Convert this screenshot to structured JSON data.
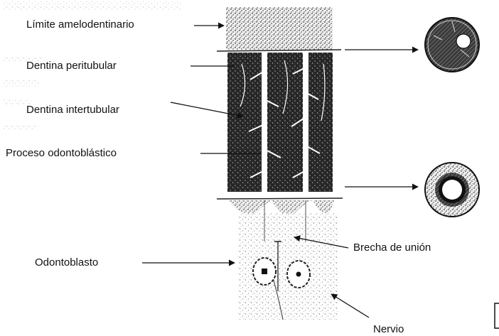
{
  "labels": {
    "limite_amelodentinario": "Límite amelodentinario",
    "dentina_peritubular": "Dentina peritubular",
    "dentina_intertubular": "Dentina intertubular",
    "proceso_odontoblastico": "Proceso odontoblástico",
    "odontoblasto": "Odontoblasto",
    "brecha_de_union": "Brecha de unión",
    "nervio": "Nervio"
  },
  "colors": {
    "ink": "#111111",
    "tissue": "#2a2a2a",
    "speckle": "#555555"
  }
}
